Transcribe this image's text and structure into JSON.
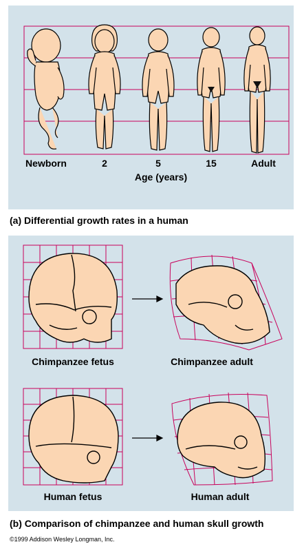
{
  "panel_a": {
    "stages": [
      "Newborn",
      "2",
      "5",
      "15",
      "Adult"
    ],
    "axis_label": "Age (years)",
    "caption": "(a) Differential growth rates in a human"
  },
  "panel_b": {
    "labels": {
      "chimp_fetus": "Chimpanzee fetus",
      "chimp_adult": "Chimpanzee adult",
      "human_fetus": "Human fetus",
      "human_adult": "Human adult"
    },
    "caption": "(b) Comparison of chimpanzee and human skull growth"
  },
  "copyright": "©1999 Addison Wesley Longman, Inc.",
  "colors": {
    "panel_bg": "#d3e2ea",
    "grid": "#c8005a",
    "skin": "#fbd6b3",
    "outline": "#000000"
  }
}
